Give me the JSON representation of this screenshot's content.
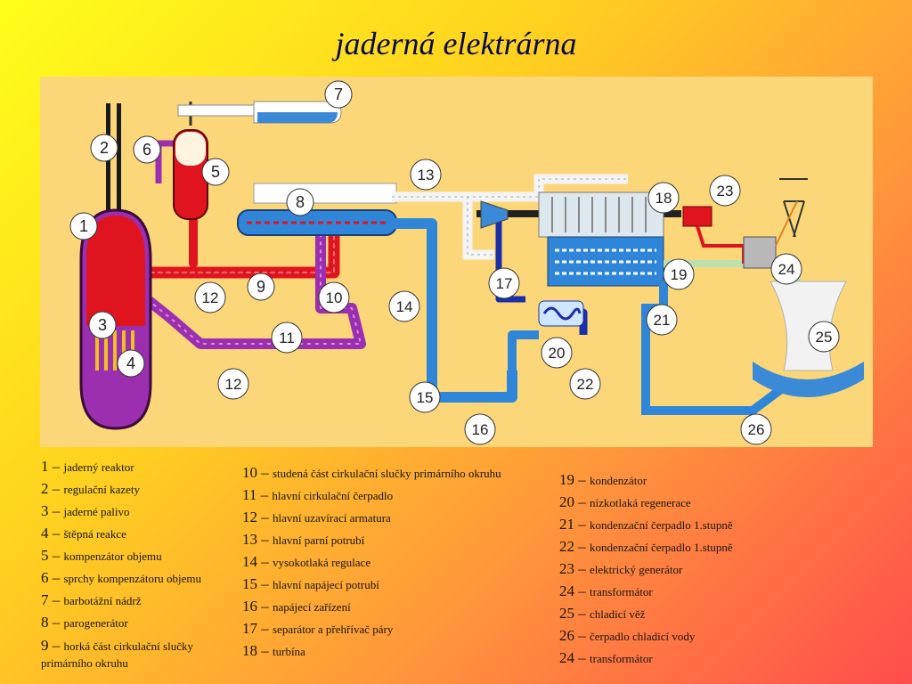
{
  "title": "jaderná elektrárna",
  "diagram_labels": [
    "1",
    "2",
    "3",
    "4",
    "5",
    "6",
    "7",
    "8",
    "9",
    "10",
    "11",
    "12",
    "12",
    "13",
    "14",
    "15",
    "16",
    "17",
    "18",
    "19",
    "20",
    "21",
    "22",
    "23",
    "24",
    "25",
    "26"
  ],
  "colors": {
    "primary_hot": "#e0141e",
    "primary_cold": "#9b2fb0",
    "steam": "#ffffff",
    "water": "#2f86d8",
    "dark_water": "#1a2fa8",
    "panel": "#fcd77a",
    "title": "#0a0a4a"
  },
  "legend": {
    "col1": [
      {
        "num": "1",
        "text": "jaderný reaktor"
      },
      {
        "num": "2",
        "text": "regulační kazety"
      },
      {
        "num": "3",
        "text": "jaderné palivo"
      },
      {
        "num": "4",
        "text": "štěpná reakce"
      },
      {
        "num": "5",
        "text": "kompenzátor objemu"
      },
      {
        "num": "6",
        "text": "sprchy kompenzátoru objemu"
      },
      {
        "num": "7",
        "text": "barbotážní nádrž"
      },
      {
        "num": "8",
        "text": "parogenerátor"
      },
      {
        "num": "9",
        "text": "horká část cirkulační slučky primárního okruhu"
      }
    ],
    "col2": [
      {
        "num": "10",
        "text": "studená část cirkulační slučky primárního okruhu"
      },
      {
        "num": "11",
        "text": "hlavní cirkulační čerpadlo"
      },
      {
        "num": "12",
        "text": "hlavní uzavírací armatura"
      },
      {
        "num": "13",
        "text": "hlavní parní potrubí"
      },
      {
        "num": "14",
        "text": "vysokotlaká regulace"
      },
      {
        "num": "15",
        "text": "hlavní napájecí potrubí"
      },
      {
        "num": "16",
        "text": "napájecí zařízení"
      },
      {
        "num": "17",
        "text": "separátor a přehřívač páry"
      },
      {
        "num": "18",
        "text": "turbína"
      }
    ],
    "col3": [
      {
        "num": "19",
        "text": "kondenzátor"
      },
      {
        "num": "20",
        "text": "nízkotlaká regenerace"
      },
      {
        "num": "21",
        "text": "kondenzační čerpadlo 1.stupně"
      },
      {
        "num": "22",
        "text": "kondenzační čerpadlo 1.stupně"
      },
      {
        "num": "23",
        "text": "elektrický generátor"
      },
      {
        "num": "24",
        "text": "transformátor"
      },
      {
        "num": "25",
        "text": "chladicí věž"
      },
      {
        "num": "26",
        "text": "čerpadlo chladicí vody"
      },
      {
        "num": "24",
        "text": "transformátor"
      }
    ]
  }
}
